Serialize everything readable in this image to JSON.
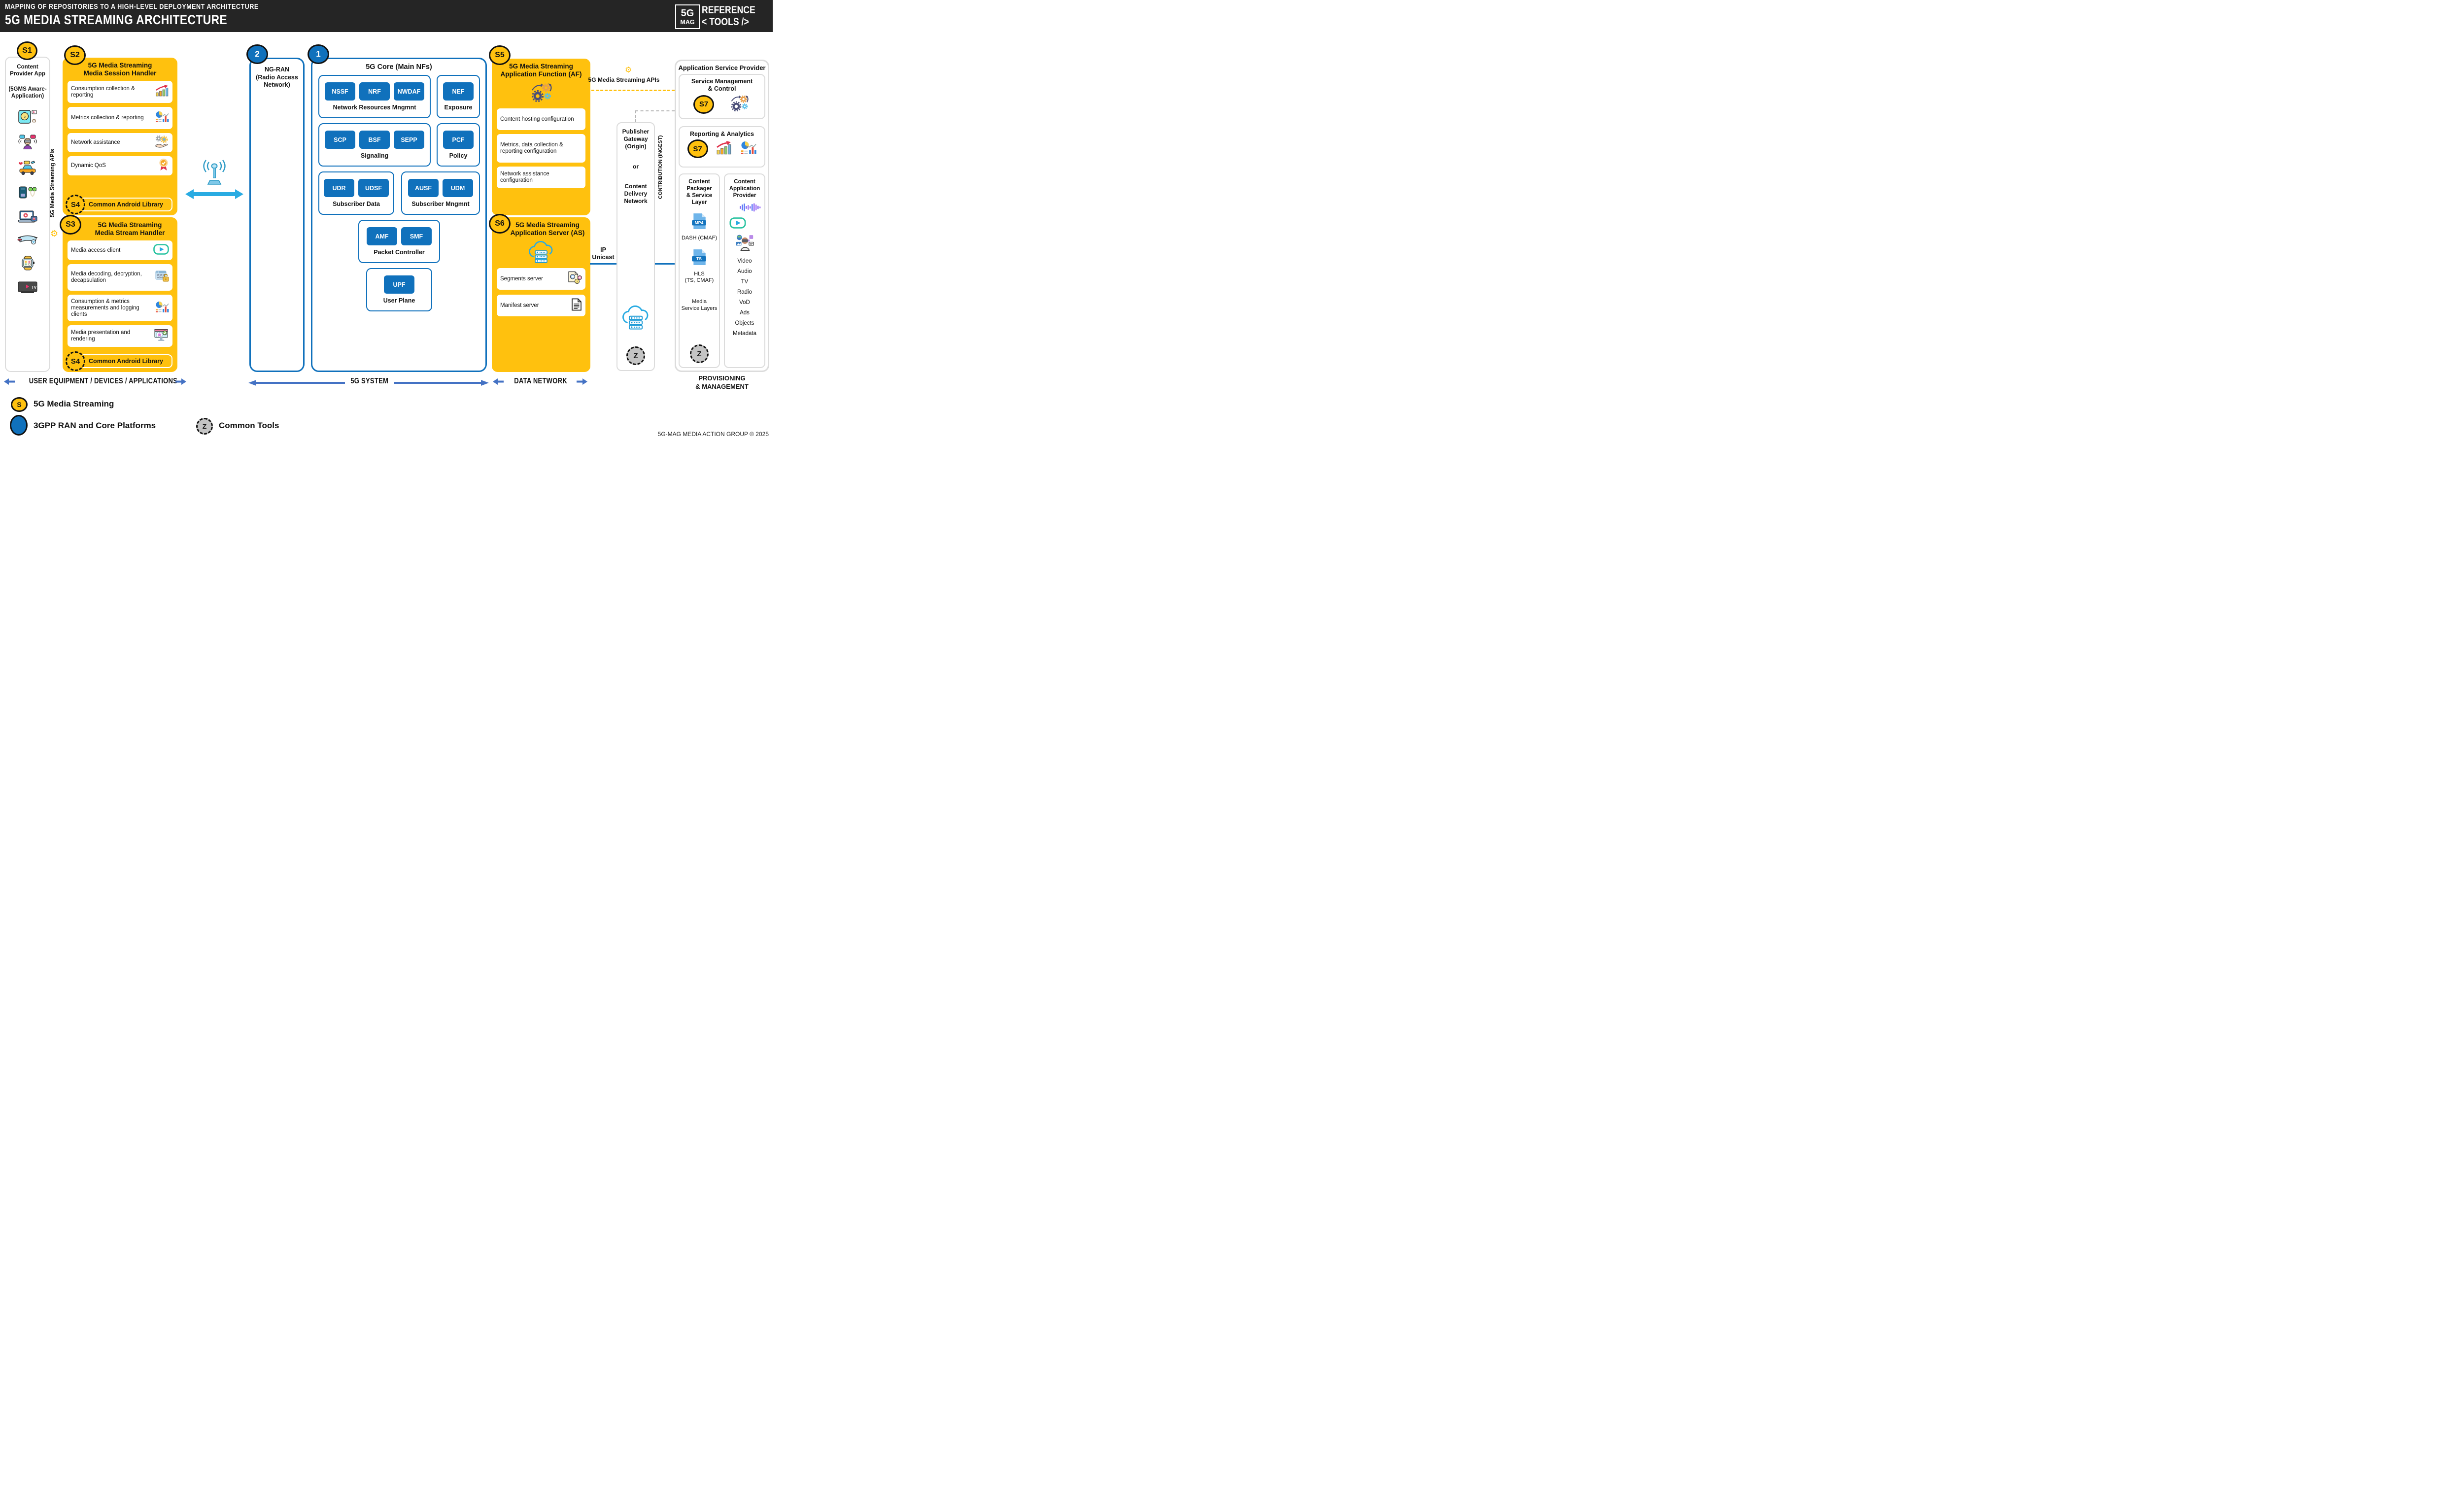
{
  "header": {
    "kicker": "MAPPING OF REPOSITORIES TO A HIGH-LEVEL DEPLOYMENT ARCHITECTURE",
    "title": "5G MEDIA STREAMING ARCHITECTURE",
    "logo_top": "5G",
    "logo_bottom": "MAG",
    "logo_line1": "REFERENCE",
    "logo_line2": "< TOOLS />"
  },
  "s1": {
    "badge": "S1",
    "title": "Content Provider App",
    "subtitle": "(5GMS Aware-Application)",
    "icons": [
      "music-app",
      "vr-user",
      "connected-car",
      "phone-earbuds",
      "laptop-video",
      "smart-glasses",
      "smartwatch",
      "tv"
    ]
  },
  "left_apis": {
    "label": "5G Media Streaming APIs"
  },
  "s2": {
    "badge": "S2",
    "title": "5G Media Streaming\nMedia Session Handler",
    "rows": [
      {
        "label": "Consumption collection & reporting",
        "icon": "chart-growth-icon"
      },
      {
        "label": "Metrics collection & reporting",
        "icon": "pie-bars-icon"
      },
      {
        "label": "Network assistance",
        "icon": "gears-hand-icon"
      },
      {
        "label": "Dynamic QoS",
        "icon": "medal-icon"
      }
    ],
    "library": {
      "badge": "S4",
      "label": "Common Android Library"
    }
  },
  "s3": {
    "badge": "S3",
    "title": "5G Media Streaming\nMedia Stream Handler",
    "rows": [
      {
        "label": "Media access client",
        "icon": "play-pill-icon"
      },
      {
        "label": "Media decoding, decryption, decapsulation",
        "icon": "binary-lock-icon"
      },
      {
        "label": "Consumption & metrics measurements and logging clients",
        "icon": "pie-bars-icon"
      },
      {
        "label": "Media presentation and rendering",
        "icon": "monitor-render-icon"
      }
    ],
    "library": {
      "badge": "S4",
      "label": "Common Android Library"
    }
  },
  "ran": {
    "badge": "2",
    "title": "NG-RAN\n(Radio Access\nNetwork)"
  },
  "core": {
    "badge": "1",
    "title": "5G Core (Main NFs)",
    "groups": [
      {
        "chips": [
          "NSSF",
          "NRF",
          "NWDAF"
        ],
        "label": "Network Resources Mngmnt"
      },
      {
        "chips": [
          "NEF"
        ],
        "label": "Exposure"
      },
      {
        "chips": [
          "SCP",
          "BSF",
          "SEPP"
        ],
        "label": "Signaling"
      },
      {
        "chips": [
          "PCF"
        ],
        "label": "Policy"
      },
      {
        "chips": [
          "UDR",
          "UDSF"
        ],
        "label": "Subscriber Data"
      },
      {
        "chips": [
          "AUSF",
          "UDM"
        ],
        "label": "Subscriber Mngmnt"
      },
      {
        "chips": [
          "AMF",
          "SMF"
        ],
        "label": "Packet Controller"
      },
      {
        "chips": [
          "UPF"
        ],
        "label": "User Plane"
      }
    ]
  },
  "s5": {
    "badge": "S5",
    "title": "5G Media Streaming\nApplication Function (AF)",
    "rows": [
      "Content hosting configuration",
      "Metrics, data collection & reporting configuration",
      "Network assistance configuration"
    ]
  },
  "s6": {
    "badge": "S6",
    "title": "5G Media Streaming\nApplication Server (AS)",
    "rows": [
      {
        "label": "Segments server",
        "icon": "segments-file-icon"
      },
      {
        "label": "Manifest server",
        "icon": "manifest-doc-icon"
      }
    ]
  },
  "right_apis": {
    "label": "5G Media Streaming APIs"
  },
  "publisher": {
    "title": "Publisher\nGateway\n(Origin)",
    "or": "or",
    "alt": "Content\nDelivery\nNetwork",
    "badge": "Z"
  },
  "contribution": {
    "label": "CONTRIBUTION (INGEST)"
  },
  "ip_unicast": {
    "label": "IP\nUnicast"
  },
  "asp": {
    "title": "Application Service Provider",
    "smc": {
      "title": "Service Management\n& Control",
      "badge": "S7"
    },
    "ra": {
      "title": "Reporting & Analytics",
      "badge": "S7"
    },
    "packager": {
      "title": "Content\nPackager\n& Service\nLayer",
      "dash": "DASH (CMAF)",
      "hls": "HLS\n(TS, CMAF)",
      "msl": "Media\nService Layers",
      "badge": "Z"
    },
    "cap": {
      "title": "Content\nApplication\nProvider",
      "items": [
        "Video",
        "Audio",
        "TV",
        "Radio",
        "VoD",
        "Ads",
        "Objects",
        "Metadata"
      ]
    }
  },
  "bottom": {
    "ue": "USER EQUIPMENT / DEVICES / APPLICATIONS",
    "system": "5G SYSTEM",
    "dn": "DATA NETWORK",
    "prov": "PROVISIONING\n& MANAGEMENT"
  },
  "legend": {
    "s": {
      "badge": "S",
      "label": "5G Media Streaming"
    },
    "ran": {
      "label": "3GPP RAN and Core Platforms"
    },
    "z": {
      "badge": "Z",
      "label": "Common Tools"
    }
  },
  "copyright": "5G-MAG MEDIA ACTION GROUP © 2025",
  "colors": {
    "yellow": "#FFC10E",
    "blue": "#1071BC",
    "cyan": "#29ABE2",
    "arrow_blue": "#4472C4",
    "header_bg": "#252525"
  }
}
